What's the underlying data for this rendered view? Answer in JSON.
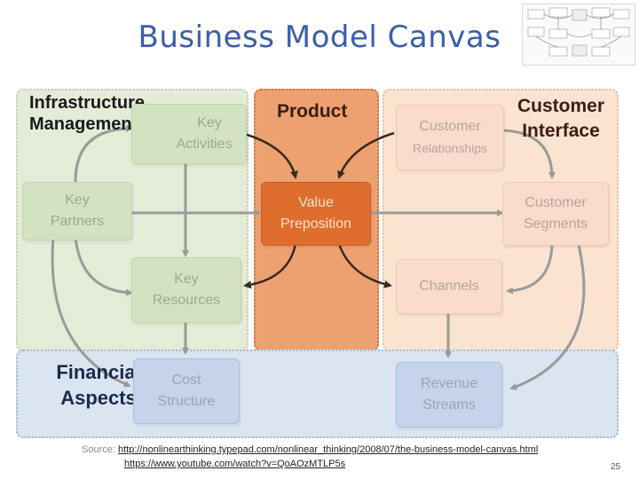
{
  "title": "Business Model Canvas",
  "regions": {
    "infrastructure": "Infrastructure Management",
    "infrastructure_line1": "Infrastructure",
    "infrastructure_line2": "Management",
    "product": "Product",
    "customer_interface_line1": "Customer",
    "customer_interface_line2": "Interface",
    "financial_line1": "Financial",
    "financial_line2": "Aspects"
  },
  "blocks": {
    "key_activities": [
      "Key",
      "Activities"
    ],
    "key_partners": [
      "Key",
      "Partners"
    ],
    "key_resources": [
      "Key",
      "Resources"
    ],
    "value_proposition": [
      "Value",
      "Preposition"
    ],
    "customer_relationships": [
      "Customer",
      "Relationships"
    ],
    "customer_segments": [
      "Customer",
      "Segments"
    ],
    "channels": [
      "Channels"
    ],
    "cost_structure": [
      "Cost",
      "Structure"
    ],
    "revenue_streams": [
      "Revenue",
      "Streams"
    ]
  },
  "source": {
    "prefix": "Source: ",
    "link1": "http://nonlinearthinking.typepad.com/nonlinear_thinking/2008/07/the-business-model-canvas.html",
    "link2": "https://www.youtube.com/watch?v=QoAOzMTLP5s"
  },
  "page_number": "25",
  "colors": {
    "title": "#3b5ea8",
    "infrastructure_region": "#e4ecd8",
    "product_region": "#eda170",
    "customer_region": "#fae4d0",
    "financial_region": "#dbe4f1",
    "value_proposition": "#df6e2e",
    "arrows": "#9a9a9a",
    "product_arrows": "#3a2a22"
  }
}
